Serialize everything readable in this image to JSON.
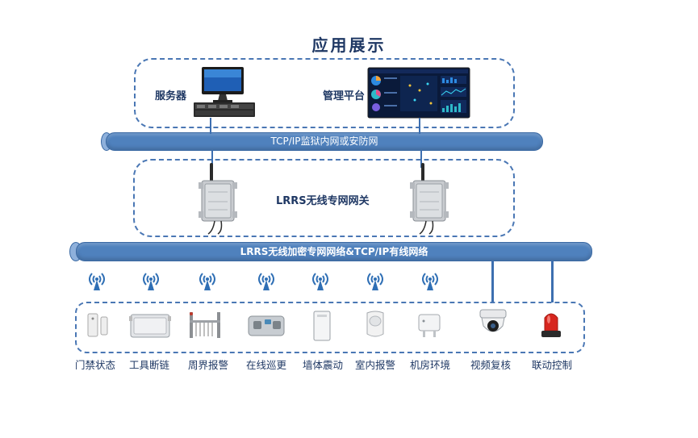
{
  "title": "应用展示",
  "top_box": {
    "server_label": "服务器",
    "platform_label": "管理平台"
  },
  "network_top": "TCP/IP监狱内网或安防网",
  "gateway_label": "LRRS无线专网网关",
  "network_bottom": "LRRS无线加密专网网络&TCP/IP有线网络",
  "devices": [
    {
      "label": "门禁状态",
      "icon": "door-sensor-icon"
    },
    {
      "label": "工具断链",
      "icon": "tool-box-icon"
    },
    {
      "label": "周界报警",
      "icon": "fence-icon"
    },
    {
      "label": "在线巡更",
      "icon": "patrol-device-icon"
    },
    {
      "label": "墙体震动",
      "icon": "vibration-sensor-icon"
    },
    {
      "label": "室内报警",
      "icon": "pir-sensor-icon"
    },
    {
      "label": "机房环境",
      "icon": "env-sensor-icon"
    },
    {
      "label": "视频复核",
      "icon": "dome-camera-icon"
    },
    {
      "label": "联动控制",
      "icon": "alarm-light-icon"
    }
  ],
  "colors": {
    "title": "#1f3864",
    "dash_border": "#4a77b4",
    "pipe": "#4f81bd",
    "pipe_cap": "#8eb0db"
  }
}
